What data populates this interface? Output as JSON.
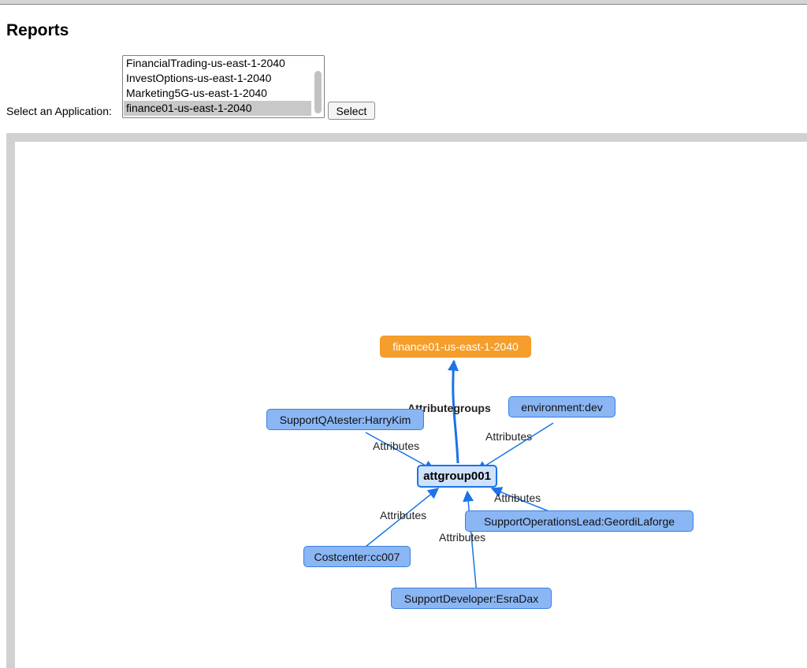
{
  "page": {
    "title": "Reports",
    "select_label": "Select an Application:",
    "select_button": "Select"
  },
  "applications": [
    {
      "label": "FinancialTrading-us-east-1-2040",
      "selected": false
    },
    {
      "label": "InvestOptions-us-east-1-2040",
      "selected": false
    },
    {
      "label": "Marketing5G-us-east-1-2040",
      "selected": false
    },
    {
      "label": "finance01-us-east-1-2040",
      "selected": true
    }
  ],
  "graph": {
    "colors": {
      "edge": "#1a73e8",
      "app_node": "#f59e2b",
      "group_node": "#cfe2fc",
      "attribute_node": "#8ab6f4"
    },
    "app_node": "finance01-us-east-1-2040",
    "group_node": "attgroup001",
    "group_edge_label": "Attributegroups",
    "attribute_edge_label": "Attributes",
    "attribute_nodes": [
      "SupportQAtester:HarryKim",
      "environment:dev",
      "SupportOperationsLead:GeordiLaforge",
      "Costcenter:cc007",
      "SupportDeveloper:EsraDax"
    ]
  }
}
